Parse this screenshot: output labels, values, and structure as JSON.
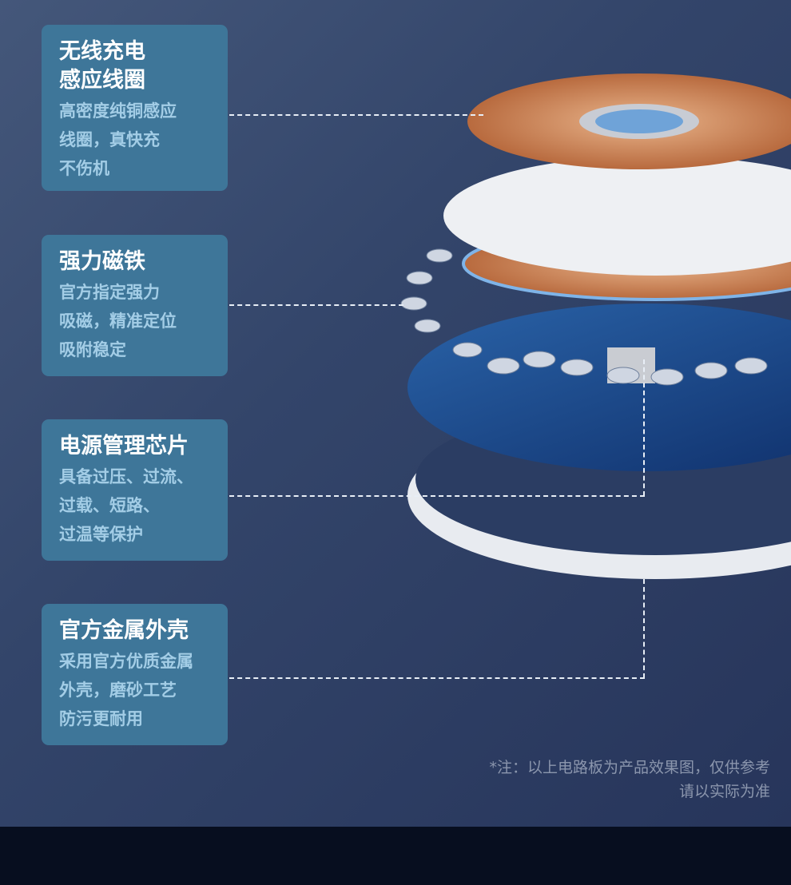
{
  "features": [
    {
      "title_lines": [
        "无线充电",
        "感应线圈"
      ],
      "desc_lines": [
        "高密度纯铜感应",
        "线圈，真快充",
        "不伤机"
      ]
    },
    {
      "title_lines": [
        "强力磁铁"
      ],
      "desc_lines": [
        "官方指定强力",
        "吸磁，精准定位",
        "吸附稳定"
      ]
    },
    {
      "title_lines": [
        "电源管理芯片"
      ],
      "desc_lines": [
        "具备过压、过流、",
        "过载、短路、",
        "过温等保护"
      ]
    },
    {
      "title_lines": [
        "官方金属外壳"
      ],
      "desc_lines": [
        "采用官方优质金属",
        "外壳，磨砂工艺",
        "防污更耐用"
      ]
    }
  ],
  "note_lines": [
    "*注：以上电路板为产品效果图，仅供参考",
    "请以实际为准"
  ],
  "colors": {
    "card": "#3e7699",
    "title": "#ffffff",
    "desc": "#a3cde6",
    "footer": "#070e1f"
  }
}
